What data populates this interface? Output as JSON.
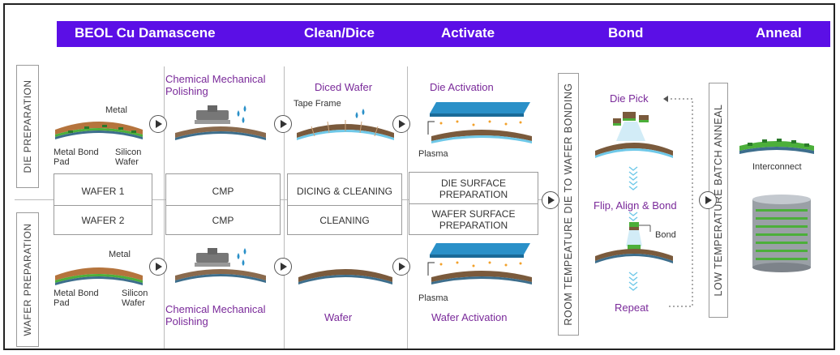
{
  "phases": [
    "BEOL Cu Damascene",
    "Clean/Dice",
    "Activate",
    "Bond",
    "Anneal"
  ],
  "side_labels": {
    "die": "DIE PREPARATION",
    "wafer": "WAFER PREPARATION"
  },
  "vertical_labels": {
    "bonding": "ROOM TEMPEATURE DIE TO WAFER  BONDING",
    "anneal": "LOW TEMPERATURE BATCH ANNEAL"
  },
  "steps": {
    "wafer": {
      "top": "WAFER 1",
      "bottom": "WAFER 2"
    },
    "cmp": {
      "top": "CMP",
      "bottom": "CMP"
    },
    "dicing": {
      "top": "DICING & CLEANING",
      "bottom": "CLEANING"
    },
    "surface": {
      "top": "DIE SURFACE PREPARATION",
      "bottom": "WAFER SURFACE PREPARATION"
    }
  },
  "die_row": {
    "metal": "Metal",
    "metal_bond_pad": "Metal Bond Pad",
    "silicon_wafer": "Silicon Wafer",
    "cmp_title": "Chemical Mechanical Polishing",
    "diced_title": "Diced Wafer",
    "tape_frame": "Tape Frame",
    "activation_title": "Die Activation",
    "plasma": "Plasma"
  },
  "wafer_row": {
    "metal": "Metal",
    "metal_bond_pad": "Metal Bond Pad",
    "silicon_wafer": "Silicon Wafer",
    "cmp_title": "Chemical Mechanical Polishing",
    "wafer_title": "Wafer",
    "activation_title": "Wafer Activation",
    "plasma": "Plasma"
  },
  "bond": {
    "die_pick": "Die Pick",
    "flip_align_bond": "Flip, Align & Bond",
    "bond": "Bond",
    "repeat": "Repeat"
  },
  "anneal": {
    "interconnect": "Interconnect"
  },
  "colors": {
    "banner": "#5b0fe6",
    "purple_text": "#7a2a9a",
    "copper": "#b5743d",
    "green_layer": "#4caf3a",
    "substrate": "#3d6e8c",
    "plasma_plate": "#2a90c8"
  }
}
